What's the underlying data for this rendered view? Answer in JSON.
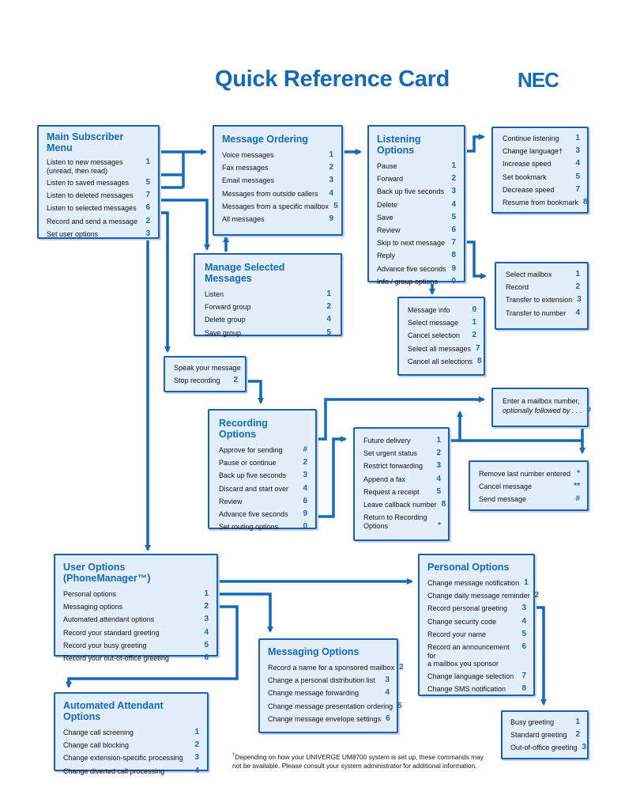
{
  "header": {
    "title": "Quick Reference Card",
    "logo": "NEC"
  },
  "colors": {
    "accent": "#1669b8",
    "box_fill": "#e2eef9",
    "border": "#1b5fae"
  },
  "boxes": {
    "main_menu": {
      "title": "Main Subscriber Menu",
      "rows": [
        {
          "label": "Listen to new messages\n(unread, then read)",
          "key": "1"
        },
        {
          "label": "Listen to saved messages",
          "key": "5"
        },
        {
          "label": "Listen to deleted messages",
          "key": "7"
        },
        {
          "label": "Listen to selected messages",
          "key": "6"
        },
        {
          "label": "Record and send a message",
          "key": "2"
        },
        {
          "label": "Set user options",
          "key": "3"
        }
      ]
    },
    "message_ordering": {
      "title": "Message Ordering",
      "rows": [
        {
          "label": "Voice messages",
          "key": "1"
        },
        {
          "label": "Fax messages",
          "key": "2"
        },
        {
          "label": "Email messages",
          "key": "3"
        },
        {
          "label": "Messages from outside callers",
          "key": "4"
        },
        {
          "label": "Messages from a specific mailbox",
          "key": "5"
        },
        {
          "label": "All messages",
          "key": "9"
        }
      ]
    },
    "listening_options": {
      "title": "Listening Options",
      "rows": [
        {
          "label": "Pause",
          "key": "1"
        },
        {
          "label": "Forward",
          "key": "2"
        },
        {
          "label": "Back up five seconds",
          "key": "3"
        },
        {
          "label": "Delete",
          "key": "4"
        },
        {
          "label": "Save",
          "key": "5"
        },
        {
          "label": "Review",
          "key": "6"
        },
        {
          "label": "Skip to next message",
          "key": "7"
        },
        {
          "label": "Reply",
          "key": "8"
        },
        {
          "label": "Advance five seconds",
          "key": "9"
        },
        {
          "label": "Info / group options",
          "key": "0"
        }
      ]
    },
    "continue_box": {
      "title": "",
      "rows": [
        {
          "label": "Continue listening",
          "key": "1"
        },
        {
          "label": "Change language†",
          "key": "3"
        },
        {
          "label": "Increase speed",
          "key": "4"
        },
        {
          "label": "Set bookmark",
          "key": "5"
        },
        {
          "label": "Decrease speed",
          "key": "7"
        },
        {
          "label": "Resume from bookmark",
          "key": "8"
        }
      ]
    },
    "manage_selected": {
      "title": "Manage Selected Messages",
      "rows": [
        {
          "label": "Listen",
          "key": "1"
        },
        {
          "label": "Forward group",
          "key": "2"
        },
        {
          "label": "Delete group",
          "key": "4"
        },
        {
          "label": "Save group",
          "key": "5"
        }
      ]
    },
    "reply_box": {
      "title": "",
      "rows": [
        {
          "label": "Select mailbox",
          "key": "1"
        },
        {
          "label": "Record",
          "key": "2"
        },
        {
          "label": "Transfer to extension",
          "key": "3"
        },
        {
          "label": "Transfer to number",
          "key": "4"
        }
      ]
    },
    "info_box": {
      "title": "",
      "rows": [
        {
          "label": "Message info",
          "key": "0"
        },
        {
          "label": "Select message",
          "key": "1"
        },
        {
          "label": "Cancel selection",
          "key": "2"
        },
        {
          "label": "Select all messages",
          "key": "7"
        },
        {
          "label": "Cancel all selections",
          "key": "8"
        }
      ]
    },
    "speak_box": {
      "title": "",
      "rows": [
        {
          "label": "Speak your message",
          "key": ""
        },
        {
          "label": "Stop recording",
          "key": "2"
        }
      ]
    },
    "mailbox_entry": {
      "title": "",
      "line1": "Enter a mailbox number,",
      "line2": "optionally followed by . . .",
      "key": "#"
    },
    "recording_options": {
      "title": "Recording Options",
      "rows": [
        {
          "label": "Approve for sending",
          "key": "#"
        },
        {
          "label": "Pause or continue",
          "key": "2"
        },
        {
          "label": "Back up five seconds",
          "key": "3"
        },
        {
          "label": "Discard and start over",
          "key": "4"
        },
        {
          "label": "Review",
          "key": "6"
        },
        {
          "label": "Advance five seconds",
          "key": "9"
        },
        {
          "label": "Set routing options",
          "key": "0"
        }
      ]
    },
    "routing_box": {
      "title": "",
      "rows": [
        {
          "label": "Future delivery",
          "key": "1"
        },
        {
          "label": "Set urgent status",
          "key": "2"
        },
        {
          "label": "Restrict forwarding",
          "key": "3"
        },
        {
          "label": "Append a fax",
          "key": "4"
        },
        {
          "label": "Request a receipt",
          "key": "5"
        },
        {
          "label": "Leave callback number",
          "key": "8"
        },
        {
          "label": "Return to Recording\nOptions",
          "key": "*"
        }
      ]
    },
    "address_box": {
      "title": "",
      "rows": [
        {
          "label": "Remove last number entered",
          "key": "*"
        },
        {
          "label": "Cancel message",
          "key": "**"
        },
        {
          "label": "Send message",
          "key": "#"
        }
      ]
    },
    "user_options": {
      "title": "User Options (PhoneManager™)",
      "rows": [
        {
          "label": "Personal options",
          "key": "1"
        },
        {
          "label": "Messaging options",
          "key": "2"
        },
        {
          "label": "Automated attendant options",
          "key": "3"
        },
        {
          "label": "Record your standard greeting",
          "key": "4"
        },
        {
          "label": "Record your busy greeting",
          "key": "5"
        },
        {
          "label": "Record your out-of-office greeting",
          "key": "6"
        }
      ]
    },
    "personal_options": {
      "title": "Personal Options",
      "rows": [
        {
          "label": "Change message notification",
          "key": "1"
        },
        {
          "label": "Change daily message reminder",
          "key": "2"
        },
        {
          "label": "Record personal greeting",
          "key": "3"
        },
        {
          "label": "Change security code",
          "key": "4"
        },
        {
          "label": "Record your name",
          "key": "5"
        },
        {
          "label": "Record an announcement for\na mailbox you sponsor",
          "key": "6"
        },
        {
          "label": "Change language selection",
          "key": "7"
        },
        {
          "label": "Change SMS notification",
          "key": "8"
        }
      ]
    },
    "messaging_options": {
      "title": "Messaging Options",
      "rows": [
        {
          "label": "Record a name for a sponsored mailbox",
          "key": "2"
        },
        {
          "label": "Change a personal distribution list",
          "key": "3"
        },
        {
          "label": "Change message forwarding",
          "key": "4"
        },
        {
          "label": "Change message presentation ordering",
          "key": "5"
        },
        {
          "label": "Change message envelope settings",
          "key": "6"
        }
      ]
    },
    "auto_attendant": {
      "title": "Automated Attendant Options",
      "rows": [
        {
          "label": "Change call screening",
          "key": "1"
        },
        {
          "label": "Change call blocking",
          "key": "2"
        },
        {
          "label": "Change extension-specific processing",
          "key": "3"
        },
        {
          "label": "Change diverted call processing",
          "key": "4"
        }
      ]
    },
    "greeting_box": {
      "title": "",
      "rows": [
        {
          "label": "Busy greeting",
          "key": "1"
        },
        {
          "label": "Standard greeting",
          "key": "2"
        },
        {
          "label": "Out-of-office greeting",
          "key": "3"
        }
      ]
    }
  },
  "footnote": {
    "mark": "†",
    "text": "Depending on how your UNIVERGE UM8700 system is set up, these commands may not be available. Please consult your system administrator for additional information."
  }
}
